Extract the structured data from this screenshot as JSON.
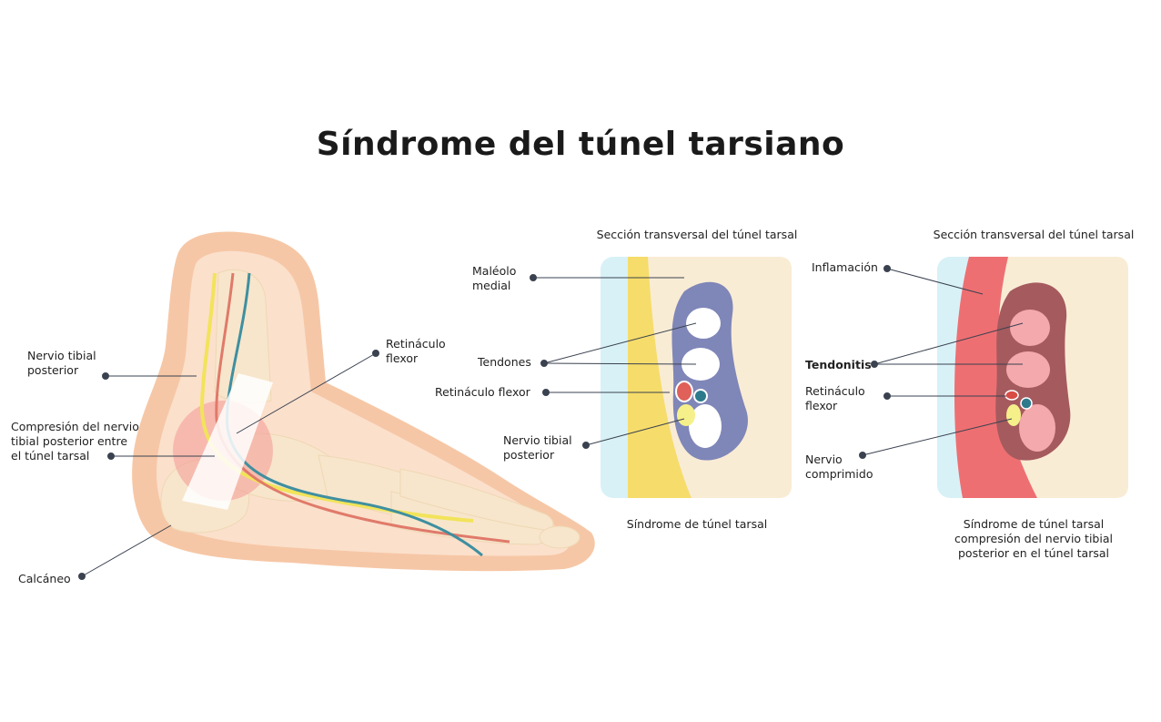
{
  "title": "Síndrome del túnel tarsiano",
  "foot": {
    "labels": {
      "nerve": [
        "Nervio tibial",
        "posterior"
      ],
      "compression": [
        "Compresión del nervio",
        "tibial posterior entre",
        "el túnel tarsal"
      ],
      "calcaneus": "Calcáneo",
      "retinaculum": [
        "Retináculo",
        "flexor"
      ]
    }
  },
  "section_normal": {
    "header": "Sección transversal del túnel tarsal",
    "labels": {
      "malleolus": [
        "Maléolo",
        "medial"
      ],
      "tendons": "Tendones",
      "retinaculum": "Retináculo flexor",
      "nerve": [
        "Nervio tibial",
        "posterior"
      ]
    },
    "caption": [
      "Síndrome de túnel tarsal"
    ]
  },
  "section_inflamed": {
    "header": "Sección transversal del túnel tarsal",
    "labels": {
      "inflammation": "Inflamación",
      "tendonitis": "Tendonitis",
      "retinaculum": [
        "Retináculo",
        "flexor"
      ],
      "nerve": [
        "Nervio",
        "comprimido"
      ]
    },
    "caption": [
      "Síndrome de túnel tarsal",
      "compresión del nervio tibial",
      "posterior en el túnel tarsal"
    ]
  },
  "colors": {
    "skin": "#f6c7a6",
    "bone": "#f7e6cc",
    "nerve": "#f2e35a",
    "artery": "#e07a6a",
    "vein": "#3f8fa0",
    "sheath": "#7f86b8",
    "inflamed_sheath": "#a55a5e",
    "inflammation": "#ee6f72",
    "tendon_inflamed": "#f4a9ad",
    "leader": "#3a4250"
  }
}
